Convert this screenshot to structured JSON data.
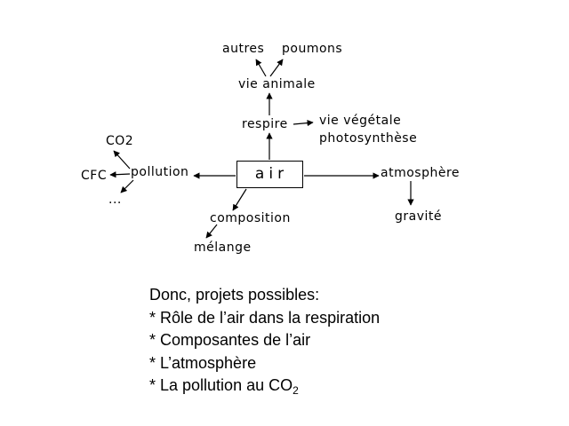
{
  "diagram": {
    "center": "air",
    "nodes": {
      "autres": "autres",
      "poumons": "poumons",
      "vie_animale": "vie animale",
      "respire": "respire",
      "vie_vegetale": "vie végétale",
      "photosynthese": "photosynthèse",
      "co2_base": "CO",
      "co2_sub": "2",
      "cfc": "CFC",
      "pollution": "pollution",
      "ellipsis": "...",
      "atmosphere": "atmosphère",
      "gravite": "gravité",
      "composition": "composition",
      "melange": "mélange"
    }
  },
  "conclusion": {
    "heading": "Donc, projets possibles:",
    "items": [
      "* Rôle de l’air dans la respiration",
      "* Composantes de l’air",
      "* L’atmosphère",
      "* La pollution au CO"
    ],
    "co2_sub": "2"
  }
}
